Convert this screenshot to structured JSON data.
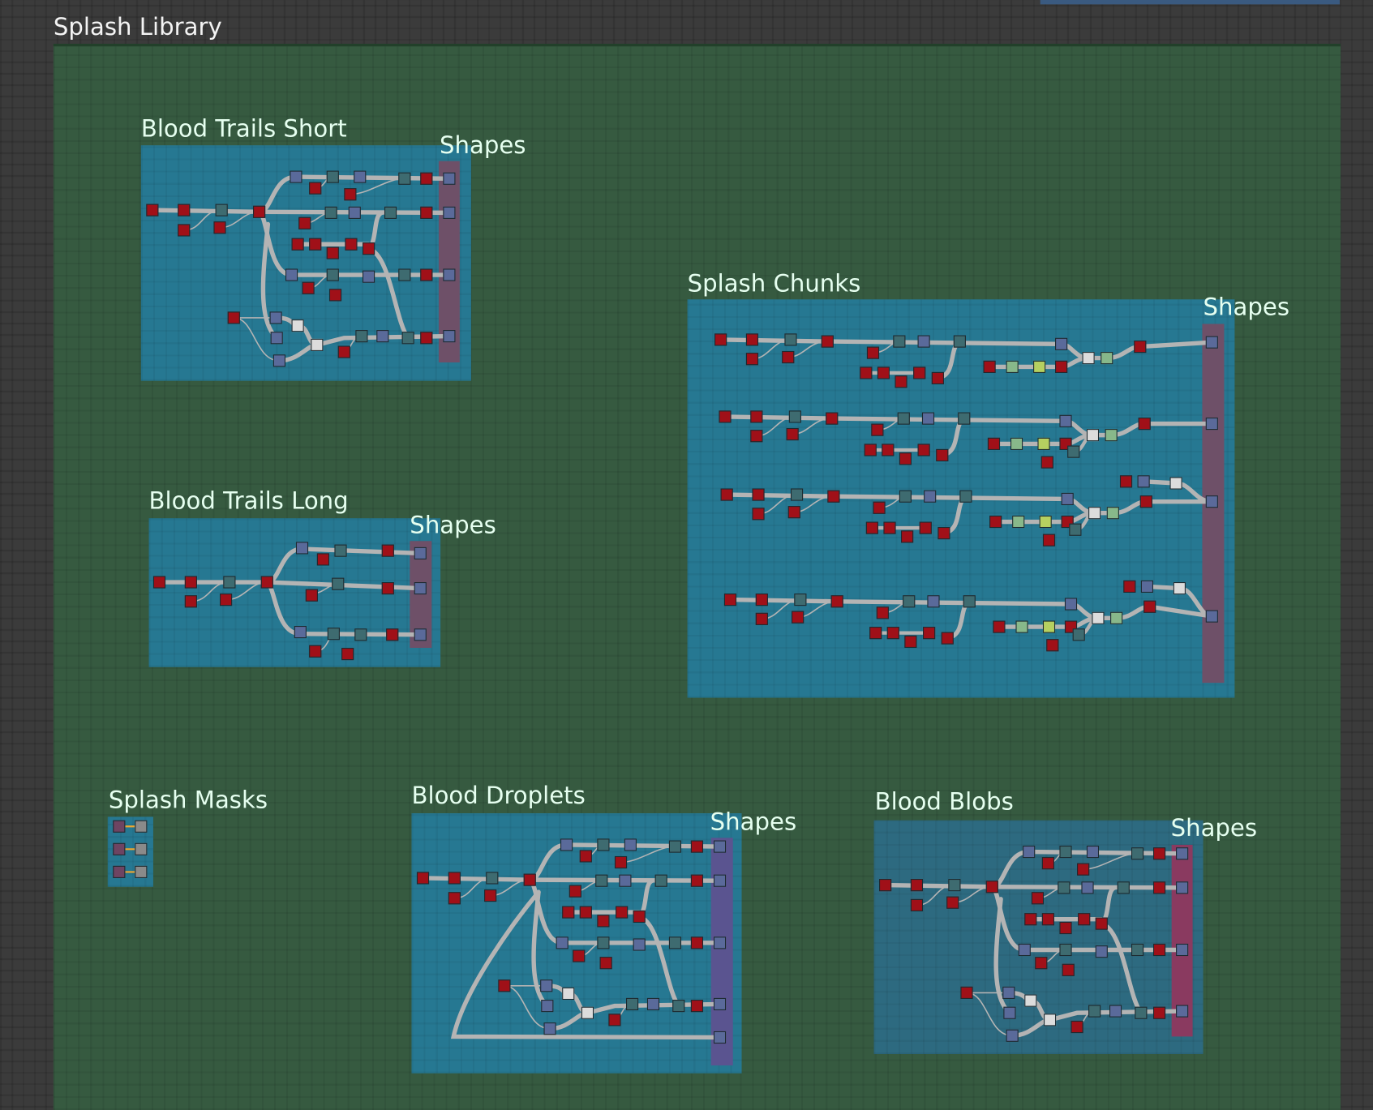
{
  "frame": {
    "title": "Splash Library"
  },
  "groups": {
    "blood_trails_short": {
      "title": "Blood Trails Short",
      "shapes_label": "Shapes"
    },
    "splash_chunks": {
      "title": "Splash Chunks",
      "shapes_label": "Shapes"
    },
    "blood_trails_long": {
      "title": "Blood Trails Long",
      "shapes_label": "Shapes"
    },
    "splash_masks": {
      "title": "Splash Masks"
    },
    "blood_droplets": {
      "title": "Blood Droplets",
      "shapes_label": "Shapes"
    },
    "blood_blobs": {
      "title": "Blood Blobs",
      "shapes_label": "Shapes"
    }
  },
  "colors": {
    "frame": "#365a40",
    "group": "#267892",
    "shapes_bar": "#6e5068",
    "node_red": "#a01018",
    "node_teal": "#3e6b70",
    "node_blue": "#5a6a9a",
    "wire": "#b4b4b4"
  }
}
